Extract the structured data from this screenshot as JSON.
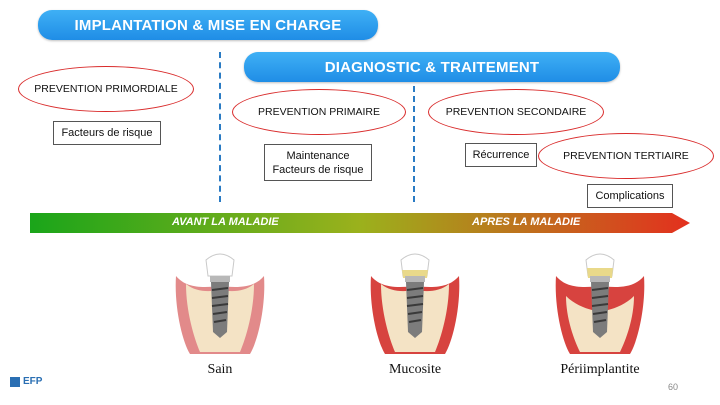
{
  "header": {
    "implantation_label": "IMPLANTATION & MISE EN CHARGE",
    "diagnostic_label": "DIAGNOSTIC & TRAITEMENT"
  },
  "prevention": {
    "primordiale": "PREVENTION PRIMORDIALE",
    "primaire": "PREVENTION PRIMAIRE",
    "secondaire": "PREVENTION SECONDAIRE",
    "tertiaire": "PREVENTION TERTIAIRE"
  },
  "factors": {
    "facteurs_risque": "Facteurs de risque",
    "maintenance": "Maintenance\nFacteurs de risque",
    "recurrence": "Récurrence",
    "complications": "Complications"
  },
  "timeline": {
    "avant": "AVANT LA MALADIE",
    "apres": "APRES LA MALADIE",
    "colors": [
      "#1aa51a",
      "#9bb11c",
      "#e3301e"
    ]
  },
  "stages": {
    "sain": "Sain",
    "mucosite": "Mucosite",
    "periimplantite": "Périimplantite"
  },
  "footer": {
    "logo": "EFP",
    "page_number": "60"
  }
}
